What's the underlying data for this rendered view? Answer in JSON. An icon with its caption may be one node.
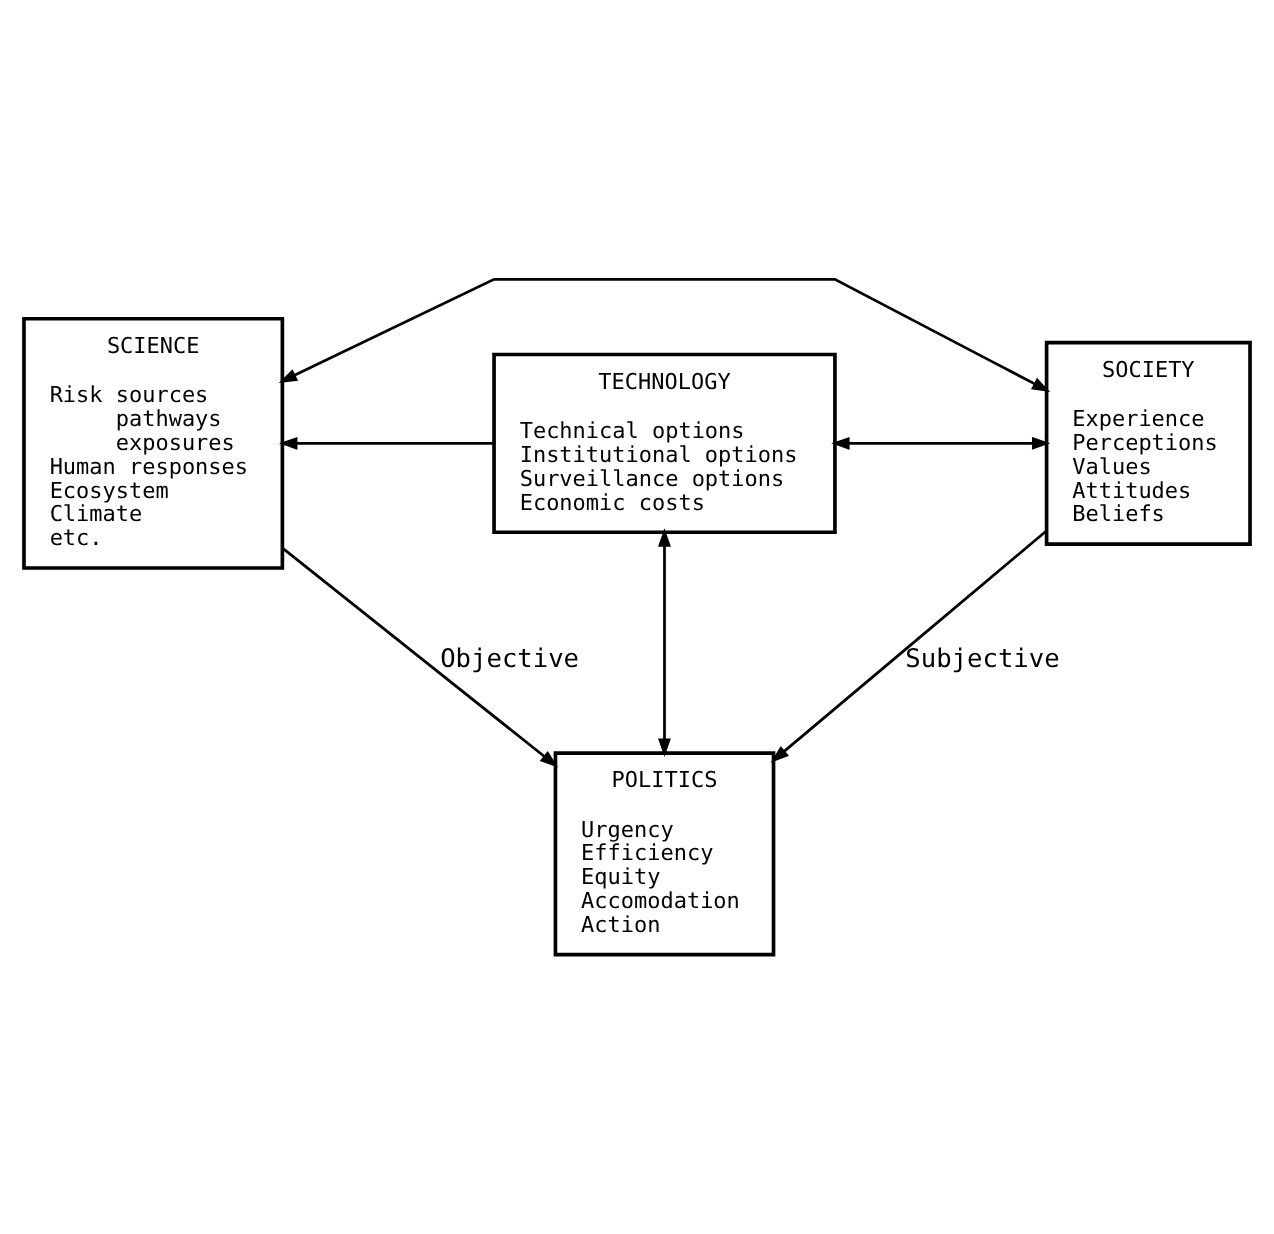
{
  "diagram": {
    "nodes": [
      {
        "text": [
          "SCIENCE",
          "Risk sources",
          "pathways",
          "exposures",
          "Human responses",
          "Ecosystem",
          "Climate",
          "etc."
        ]
      },
      {
        "text": [
          "TECHNOLOGY",
          "Technical options",
          "Institutional options",
          "Surveillance options",
          "Economic costs"
        ]
      },
      {
        "text": [
          "SOCIETY",
          "Experience",
          "Perceptions",
          "Values",
          "Attitudes",
          "Beliefs"
        ]
      },
      {
        "text": [
          "POLITICS",
          "Urgency",
          "Efficiency",
          "Equity",
          "Accomodation",
          "Action"
        ]
      }
    ],
    "edges": [
      {
        "from": 0,
        "to": 2,
        "arrow": "both"
      },
      {
        "from": 1,
        "to": 0,
        "arrow": "to"
      },
      {
        "from": 1,
        "to": 2,
        "arrow": "both"
      },
      {
        "from": 1,
        "to": 3,
        "arrow": "both"
      },
      {
        "from": 0,
        "to": 3,
        "arrow": "to",
        "label": "Objective"
      },
      {
        "from": 2,
        "to": 3,
        "arrow": "to",
        "label": "Subjective"
      }
    ]
  }
}
